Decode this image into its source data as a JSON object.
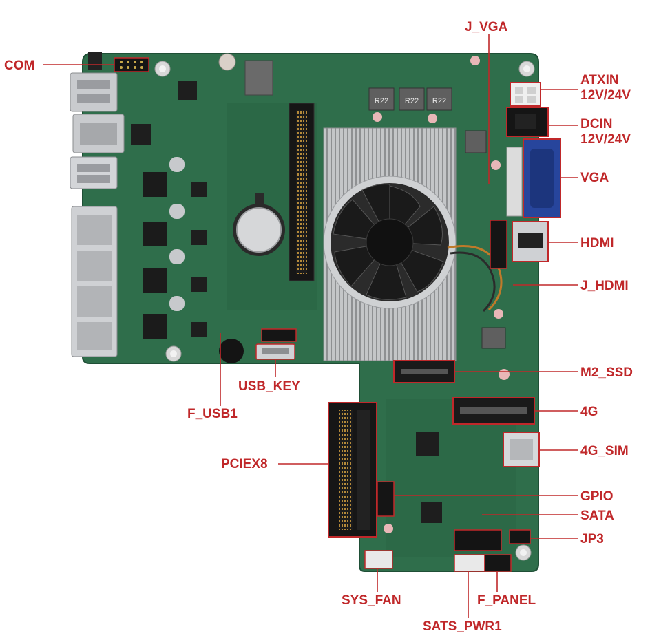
{
  "colors": {
    "label": "#c0282a",
    "pcb": "#2f6e4b",
    "pcb_dark": "#1f4f36",
    "heatsink": "#b9bbbd",
    "port_metal": "#c9cbce",
    "callout_box": "#c0282a"
  },
  "labels": {
    "com": "COM",
    "j_vga": "J_VGA",
    "atxin_1": "ATXIN",
    "atxin_2": "12V/24V",
    "dcin_1": "DCIN",
    "dcin_2": "12V/24V",
    "vga": "VGA",
    "hdmi": "HDMI",
    "j_hdmi": "J_HDMI",
    "m2_ssd": "M2_SSD",
    "g4": "4G",
    "g4_sim": "4G_SIM",
    "gpio": "GPIO",
    "sata": "SATA",
    "jp3": "JP3",
    "usb_key": "USB_KEY",
    "f_usb1": "F_USB1",
    "pciex8": "PCIEX8",
    "sys_fan": "SYS_FAN",
    "f_panel": "F_PANEL",
    "sats_pwr1": "SATS_PWR1"
  },
  "silkscreen": {
    "r22": "R22"
  }
}
